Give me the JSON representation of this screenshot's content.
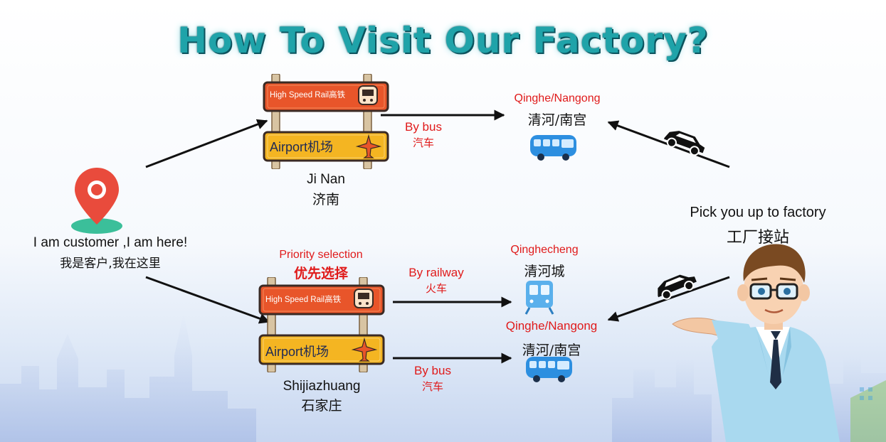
{
  "title": "How To Visit  Our Factory?",
  "customer": {
    "en": "I am customer ,I am here!",
    "zh": "我是客户,我在这里"
  },
  "jinan": {
    "rail_sign": "High Speed Rail高铁",
    "airport_sign": "Airport机场",
    "city_en": "Ji Nan",
    "city_zh": "济南",
    "route_mode_en": "By bus",
    "route_mode_zh": "汽车",
    "dest_en": "Qinghe/Nangong",
    "dest_zh": "清河/南宫"
  },
  "shijiazhuang": {
    "priority_en": "Priority selection",
    "priority_zh": "优先选择",
    "rail_sign": "High Speed Rail高铁",
    "airport_sign": "Airport机场",
    "city_en": "Shijiazhuang",
    "city_zh": "石家庄",
    "rail_mode_en": "By railway",
    "rail_mode_zh": "火车",
    "rail_dest_en": "Qinghecheng",
    "rail_dest_zh": "清河城",
    "bus_mode_en": "By bus",
    "bus_mode_zh": "汽车",
    "bus_dest_en": "Qinghe/Nangong",
    "bus_dest_zh": "清河/南宫"
  },
  "pickup": {
    "en": "Pick you up to factory",
    "zh": "工厂接站"
  },
  "colors": {
    "title": "#1fa3a9",
    "rail_sign": "#e8552a",
    "airport_sign": "#f4b522",
    "pin": "#e94b3c",
    "bus": "#2d8fe0",
    "train": "#5ab0ec",
    "highlight_text": "#e01a1a"
  }
}
